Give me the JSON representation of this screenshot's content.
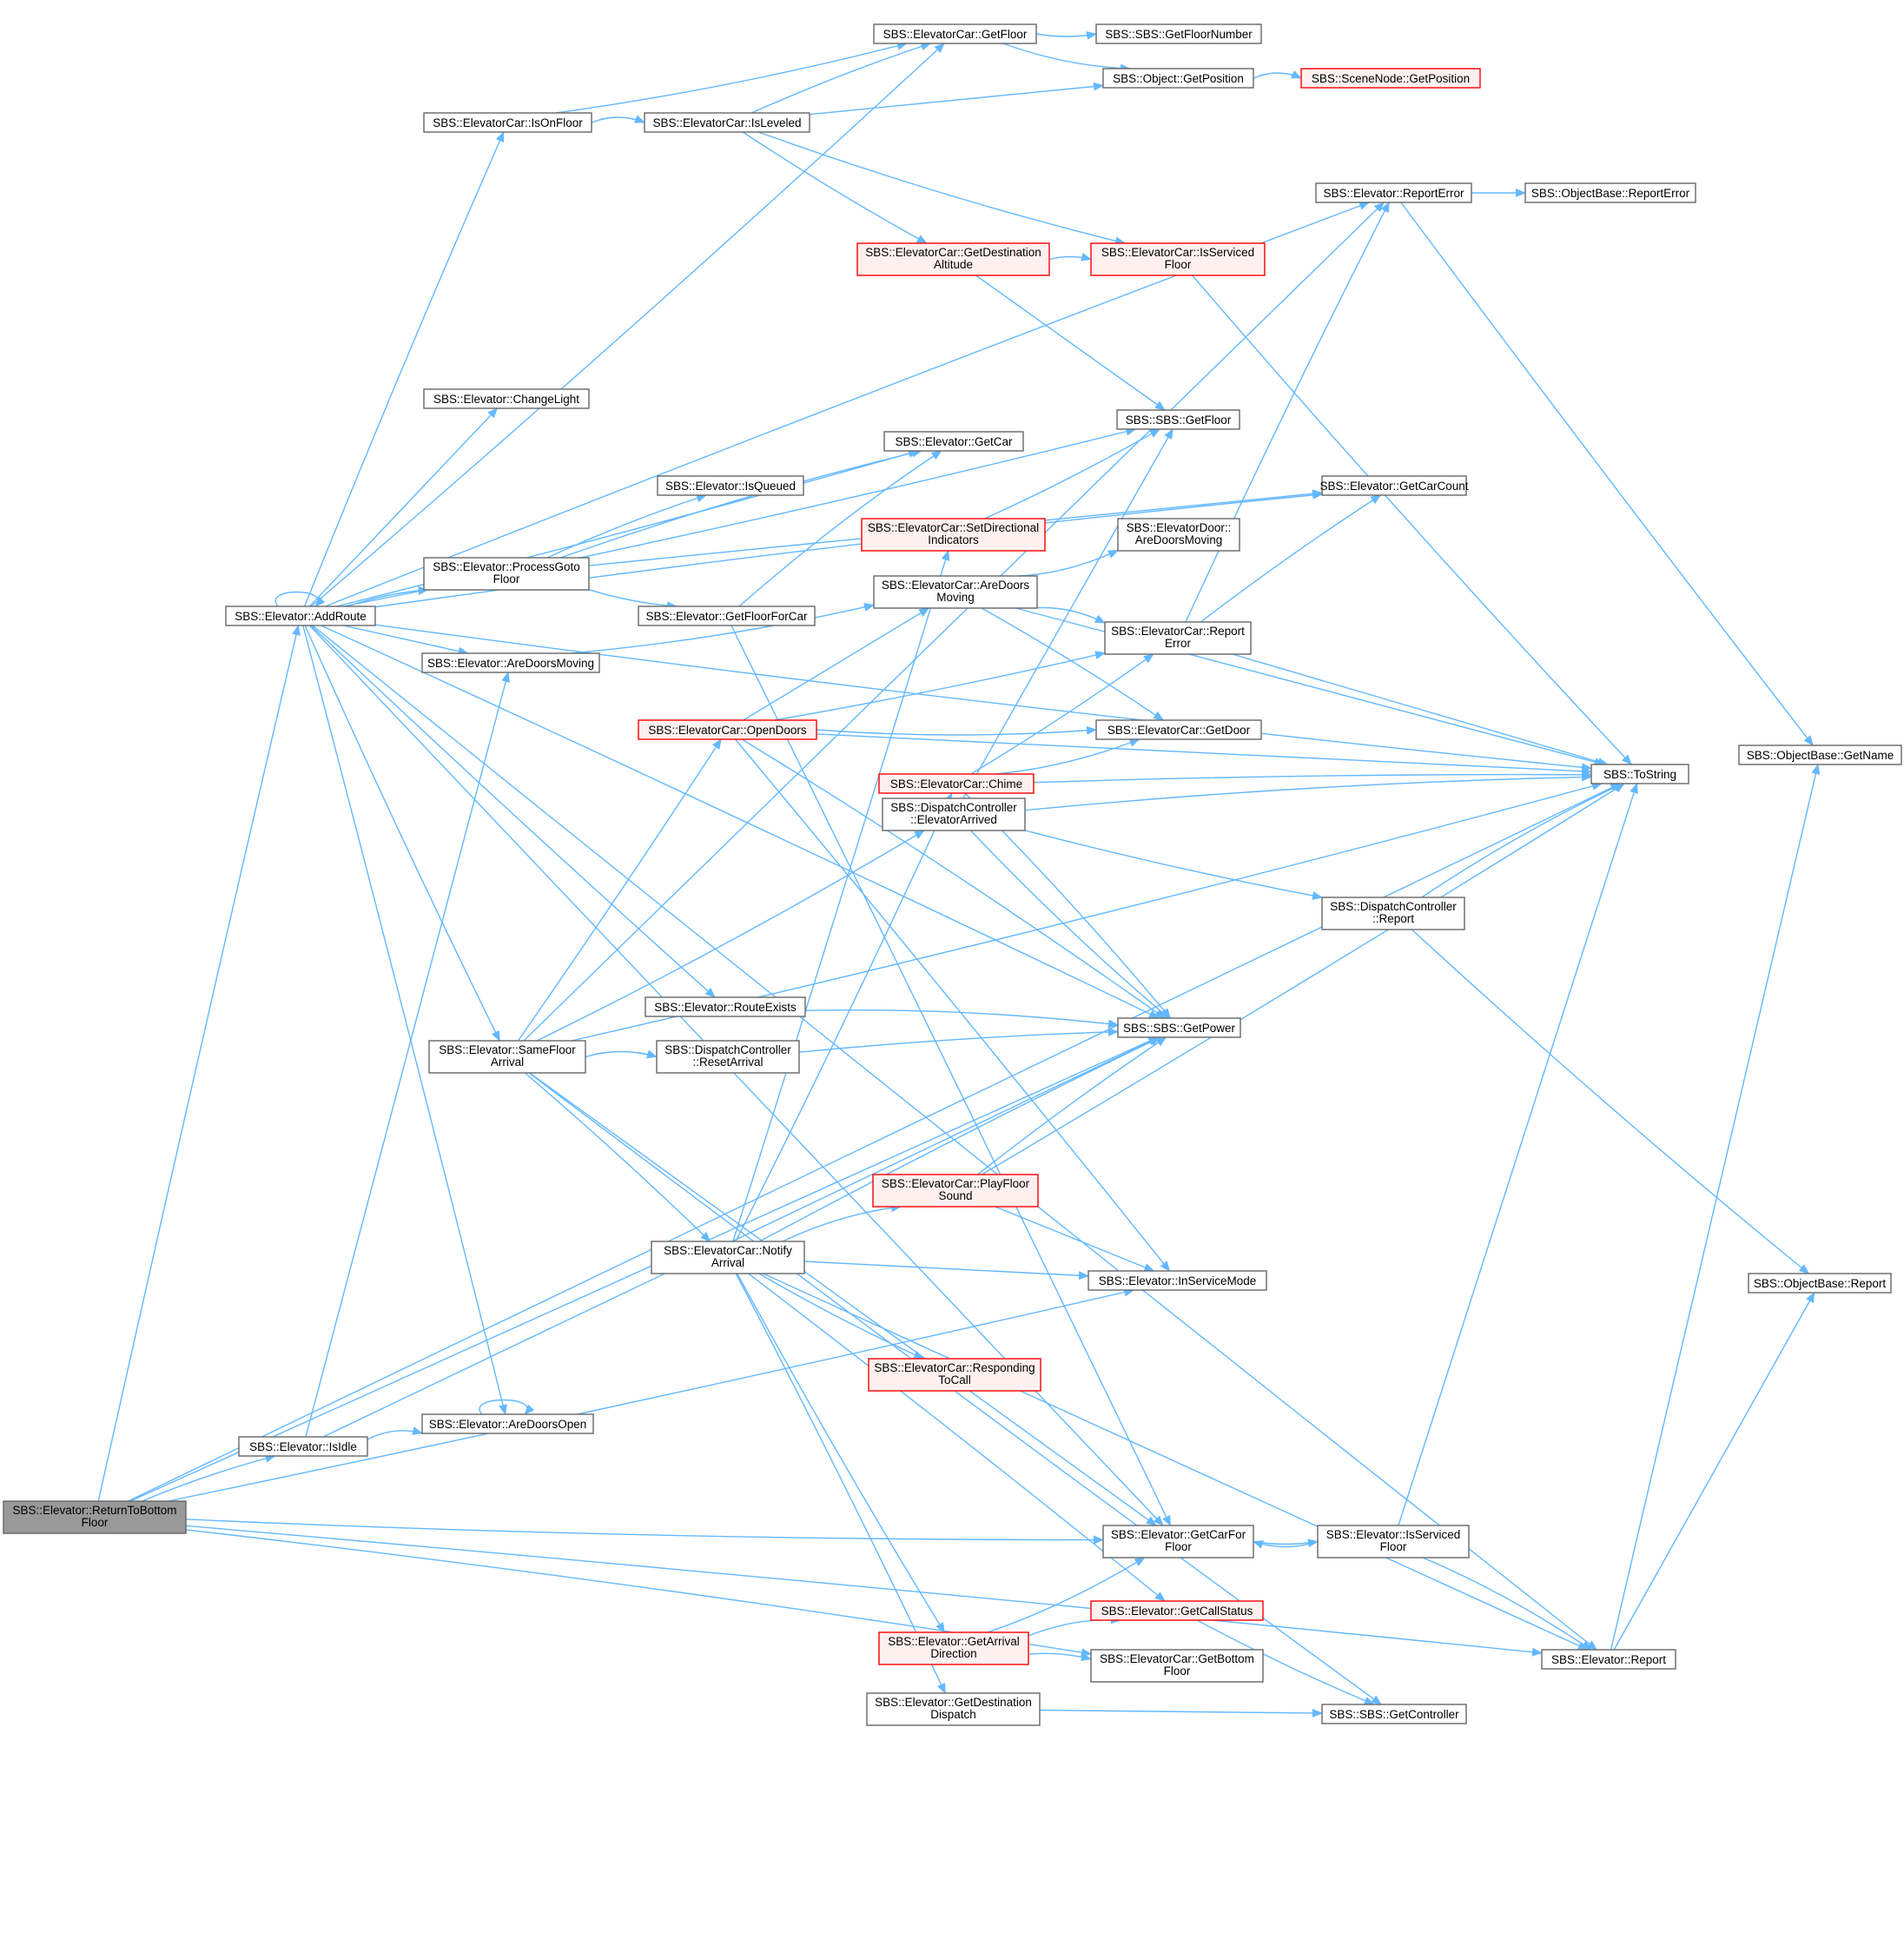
{
  "colors": {
    "edge": "#63b8ff",
    "node_border": "#666666",
    "node_fill": "#ffffff",
    "red_border": "#ff0000",
    "red_fill": "#fff0f0",
    "focus_fill": "#999999",
    "focus_border": "#666666"
  },
  "nodes": [
    {
      "id": "rtb",
      "lines": [
        "SBS::Elevator::ReturnToBottom",
        "Floor"
      ],
      "style": "focus"
    },
    {
      "id": "addroute",
      "lines": [
        "SBS::Elevator::AddRoute"
      ],
      "style": "normal"
    },
    {
      "id": "isidle",
      "lines": [
        "SBS::Elevator::IsIdle"
      ],
      "style": "normal"
    },
    {
      "id": "aredoorsopen",
      "lines": [
        "SBS::Elevator::AreDoorsOpen"
      ],
      "style": "normal"
    },
    {
      "id": "isonfloor",
      "lines": [
        "SBS::ElevatorCar::IsOnFloor"
      ],
      "style": "normal"
    },
    {
      "id": "changelight",
      "lines": [
        "SBS::Elevator::ChangeLight"
      ],
      "style": "normal"
    },
    {
      "id": "processgoto",
      "lines": [
        "SBS::Elevator::ProcessGoto",
        "Floor"
      ],
      "style": "normal"
    },
    {
      "id": "elevaredoors",
      "lines": [
        "SBS::Elevator::AreDoorsMoving"
      ],
      "style": "normal"
    },
    {
      "id": "samefloor",
      "lines": [
        "SBS::Elevator::SameFloor",
        "Arrival"
      ],
      "style": "normal"
    },
    {
      "id": "isleveled",
      "lines": [
        "SBS::ElevatorCar::IsLeveled"
      ],
      "style": "normal"
    },
    {
      "id": "isqueued",
      "lines": [
        "SBS::Elevator::IsQueued"
      ],
      "style": "normal"
    },
    {
      "id": "getfloorforcar",
      "lines": [
        "SBS::Elevator::GetFloorForCar"
      ],
      "style": "normal"
    },
    {
      "id": "opendoors",
      "lines": [
        "SBS::ElevatorCar::OpenDoors"
      ],
      "style": "red"
    },
    {
      "id": "routeexists",
      "lines": [
        "SBS::Elevator::RouteExists"
      ],
      "style": "normal"
    },
    {
      "id": "resetarrival",
      "lines": [
        "SBS::DispatchController",
        "::ResetArrival"
      ],
      "style": "normal"
    },
    {
      "id": "notifyarrival",
      "lines": [
        "SBS::ElevatorCar::Notify",
        "Arrival"
      ],
      "style": "normal"
    },
    {
      "id": "carfloor",
      "lines": [
        "SBS::ElevatorCar::GetFloor"
      ],
      "style": "normal"
    },
    {
      "id": "getdestalt",
      "lines": [
        "SBS::ElevatorCar::GetDestination",
        "Altitude"
      ],
      "style": "red"
    },
    {
      "id": "getcar",
      "lines": [
        "SBS::Elevator::GetCar"
      ],
      "style": "normal"
    },
    {
      "id": "setdirind",
      "lines": [
        "SBS::ElevatorCar::SetDirectional",
        "Indicators"
      ],
      "style": "red"
    },
    {
      "id": "cararedoors",
      "lines": [
        "SBS::ElevatorCar::AreDoors",
        "Moving"
      ],
      "style": "normal"
    },
    {
      "id": "chime",
      "lines": [
        "SBS::ElevatorCar::Chime"
      ],
      "style": "red"
    },
    {
      "id": "dcelevarrived",
      "lines": [
        "SBS::DispatchController",
        "::ElevatorArrived"
      ],
      "style": "normal"
    },
    {
      "id": "playfloorsound",
      "lines": [
        "SBS::ElevatorCar::PlayFloor",
        "Sound"
      ],
      "style": "red"
    },
    {
      "id": "respondingtocall",
      "lines": [
        "SBS::ElevatorCar::Responding",
        "ToCall"
      ],
      "style": "red"
    },
    {
      "id": "getarrivaldir",
      "lines": [
        "SBS::Elevator::GetArrival",
        "Direction"
      ],
      "style": "red"
    },
    {
      "id": "getdestdispatch",
      "lines": [
        "SBS::Elevator::GetDestination",
        "Dispatch"
      ],
      "style": "normal"
    },
    {
      "id": "getfloornumber",
      "lines": [
        "SBS::SBS::GetFloorNumber"
      ],
      "style": "normal"
    },
    {
      "id": "objgetposition",
      "lines": [
        "SBS::Object::GetPosition"
      ],
      "style": "normal"
    },
    {
      "id": "isservicedcar",
      "lines": [
        "SBS::ElevatorCar::IsServiced",
        "Floor"
      ],
      "style": "red"
    },
    {
      "id": "sbsgetfloor",
      "lines": [
        "SBS::SBS::GetFloor"
      ],
      "style": "normal"
    },
    {
      "id": "elevdoorsmoving",
      "lines": [
        "SBS::ElevatorDoor::",
        "AreDoorsMoving"
      ],
      "style": "normal"
    },
    {
      "id": "carreporterror",
      "lines": [
        "SBS::ElevatorCar::Report",
        "Error"
      ],
      "style": "normal"
    },
    {
      "id": "cargetdoor",
      "lines": [
        "SBS::ElevatorCar::GetDoor"
      ],
      "style": "normal"
    },
    {
      "id": "getpower",
      "lines": [
        "SBS::SBS::GetPower"
      ],
      "style": "normal"
    },
    {
      "id": "inservicemode",
      "lines": [
        "SBS::Elevator::InServiceMode"
      ],
      "style": "normal"
    },
    {
      "id": "getcarforfloor",
      "lines": [
        "SBS::Elevator::GetCarFor",
        "Floor"
      ],
      "style": "normal"
    },
    {
      "id": "getcallstatus",
      "lines": [
        "SBS::Elevator::GetCallStatus"
      ],
      "style": "red"
    },
    {
      "id": "getbottomfloor",
      "lines": [
        "SBS::ElevatorCar::GetBottom",
        "Floor"
      ],
      "style": "normal"
    },
    {
      "id": "scenenodepos",
      "lines": [
        "SBS::SceneNode::GetPosition"
      ],
      "style": "red"
    },
    {
      "id": "elevreporterror",
      "lines": [
        "SBS::Elevator::ReportError"
      ],
      "style": "normal"
    },
    {
      "id": "getcarcount",
      "lines": [
        "SBS::Elevator::GetCarCount"
      ],
      "style": "normal"
    },
    {
      "id": "dcreport",
      "lines": [
        "SBS::DispatchController",
        "::Report"
      ],
      "style": "normal"
    },
    {
      "id": "elevisserviced",
      "lines": [
        "SBS::Elevator::IsServiced",
        "Floor"
      ],
      "style": "normal"
    },
    {
      "id": "getcontroller",
      "lines": [
        "SBS::SBS::GetController"
      ],
      "style": "normal"
    },
    {
      "id": "elevreport",
      "lines": [
        "SBS::Elevator::Report"
      ],
      "style": "normal"
    },
    {
      "id": "objbasereporterror",
      "lines": [
        "SBS::ObjectBase::ReportError"
      ],
      "style": "normal"
    },
    {
      "id": "tostring",
      "lines": [
        "SBS::ToString"
      ],
      "style": "normal"
    },
    {
      "id": "objbasegetname",
      "lines": [
        "SBS::ObjectBase::GetName"
      ],
      "style": "normal"
    },
    {
      "id": "objbasereport",
      "lines": [
        "SBS::ObjectBase::Report"
      ],
      "style": "normal"
    }
  ],
  "edges": [
    [
      "rtb",
      "addroute"
    ],
    [
      "rtb",
      "isidle"
    ],
    [
      "rtb",
      "getpower"
    ],
    [
      "rtb",
      "inservicemode"
    ],
    [
      "rtb",
      "getcarforfloor"
    ],
    [
      "rtb",
      "getbottomfloor"
    ],
    [
      "rtb",
      "elevreport"
    ],
    [
      "rtb",
      "tostring"
    ],
    [
      "addroute",
      "addroute"
    ],
    [
      "addroute",
      "carfloor"
    ],
    [
      "addroute",
      "isonfloor"
    ],
    [
      "addroute",
      "elevreporterror"
    ],
    [
      "addroute",
      "changelight"
    ],
    [
      "addroute",
      "getcar"
    ],
    [
      "addroute",
      "sbsgetfloor"
    ],
    [
      "addroute",
      "getcarcount"
    ],
    [
      "addroute",
      "processgoto"
    ],
    [
      "addroute",
      "elevaredoors"
    ],
    [
      "addroute",
      "routeexists"
    ],
    [
      "addroute",
      "samefloor"
    ],
    [
      "addroute",
      "aredoorsopen"
    ],
    [
      "addroute",
      "getpower"
    ],
    [
      "addroute",
      "getcarforfloor"
    ],
    [
      "addroute",
      "elevreport"
    ],
    [
      "addroute",
      "tostring"
    ],
    [
      "isidle",
      "aredoorsopen"
    ],
    [
      "isidle",
      "elevaredoors"
    ],
    [
      "isidle",
      "getpower"
    ],
    [
      "aredoorsopen",
      "aredoorsopen"
    ],
    [
      "isonfloor",
      "carfloor"
    ],
    [
      "isonfloor",
      "isleveled"
    ],
    [
      "isleveled",
      "carfloor"
    ],
    [
      "isleveled",
      "objgetposition"
    ],
    [
      "isleveled",
      "getdestalt"
    ],
    [
      "isleveled",
      "isservicedcar"
    ],
    [
      "processgoto",
      "getcar"
    ],
    [
      "processgoto",
      "isqueued"
    ],
    [
      "processgoto",
      "getcarcount"
    ],
    [
      "processgoto",
      "getfloorforcar"
    ],
    [
      "elevaredoors",
      "cararedoors"
    ],
    [
      "getfloorforcar",
      "getcar"
    ],
    [
      "getfloorforcar",
      "getcarforfloor"
    ],
    [
      "samefloor",
      "elevreporterror"
    ],
    [
      "samefloor",
      "opendoors"
    ],
    [
      "samefloor",
      "dcelevarrived"
    ],
    [
      "samefloor",
      "resetarrival"
    ],
    [
      "samefloor",
      "notifyarrival"
    ],
    [
      "samefloor",
      "getcarforfloor"
    ],
    [
      "samefloor",
      "getcontroller"
    ],
    [
      "samefloor",
      "tostring"
    ],
    [
      "routeexists",
      "getpower"
    ],
    [
      "resetarrival",
      "getpower"
    ],
    [
      "opendoors",
      "cararedoors"
    ],
    [
      "opendoors",
      "carreporterror"
    ],
    [
      "opendoors",
      "cargetdoor"
    ],
    [
      "opendoors",
      "getpower"
    ],
    [
      "opendoors",
      "inservicemode"
    ],
    [
      "opendoors",
      "tostring"
    ],
    [
      "notifyarrival",
      "setdirind"
    ],
    [
      "notifyarrival",
      "chime"
    ],
    [
      "notifyarrival",
      "playfloorsound"
    ],
    [
      "notifyarrival",
      "getpower"
    ],
    [
      "notifyarrival",
      "inservicemode"
    ],
    [
      "notifyarrival",
      "respondingtocall"
    ],
    [
      "notifyarrival",
      "getarrivaldir"
    ],
    [
      "notifyarrival",
      "getdestdispatch"
    ],
    [
      "notifyarrival",
      "getcallstatus"
    ],
    [
      "notifyarrival",
      "elevreport"
    ],
    [
      "carfloor",
      "getfloornumber"
    ],
    [
      "carfloor",
      "objgetposition"
    ],
    [
      "objgetposition",
      "scenenodepos"
    ],
    [
      "getdestalt",
      "isservicedcar"
    ],
    [
      "getdestalt",
      "sbsgetfloor"
    ],
    [
      "setdirind",
      "sbsgetfloor"
    ],
    [
      "cararedoors",
      "elevdoorsmoving"
    ],
    [
      "cararedoors",
      "carreporterror"
    ],
    [
      "cararedoors",
      "cargetdoor"
    ],
    [
      "cararedoors",
      "tostring"
    ],
    [
      "chime",
      "carreporterror"
    ],
    [
      "chime",
      "cargetdoor"
    ],
    [
      "chime",
      "getpower"
    ],
    [
      "chime",
      "tostring"
    ],
    [
      "dcelevarrived",
      "sbsgetfloor"
    ],
    [
      "dcelevarrived",
      "dcreport"
    ],
    [
      "dcelevarrived",
      "getpower"
    ],
    [
      "dcelevarrived",
      "tostring"
    ],
    [
      "playfloorsound",
      "getpower"
    ],
    [
      "playfloorsound",
      "inservicemode"
    ],
    [
      "playfloorsound",
      "tostring"
    ],
    [
      "getarrivaldir",
      "getcarforfloor"
    ],
    [
      "getarrivaldir",
      "getcallstatus"
    ],
    [
      "getarrivaldir",
      "getbottomfloor"
    ],
    [
      "getdestdispatch",
      "getcontroller"
    ],
    [
      "getcallstatus",
      "getcontroller"
    ],
    [
      "isservicedcar",
      "tostring"
    ],
    [
      "carreporterror",
      "elevreporterror"
    ],
    [
      "carreporterror",
      "getcarcount"
    ],
    [
      "carreporterror",
      "tostring"
    ],
    [
      "getcarforfloor",
      "elevisserviced"
    ],
    [
      "elevisserviced",
      "getcarforfloor"
    ],
    [
      "elevisserviced",
      "elevreport"
    ],
    [
      "elevisserviced",
      "tostring"
    ],
    [
      "elevreporterror",
      "objbasereporterror"
    ],
    [
      "elevreporterror",
      "objbasegetname"
    ],
    [
      "dcreport",
      "objbasereport"
    ],
    [
      "dcreport",
      "tostring"
    ],
    [
      "elevreport",
      "objbasegetname"
    ],
    [
      "elevreport",
      "objbasereport"
    ]
  ]
}
